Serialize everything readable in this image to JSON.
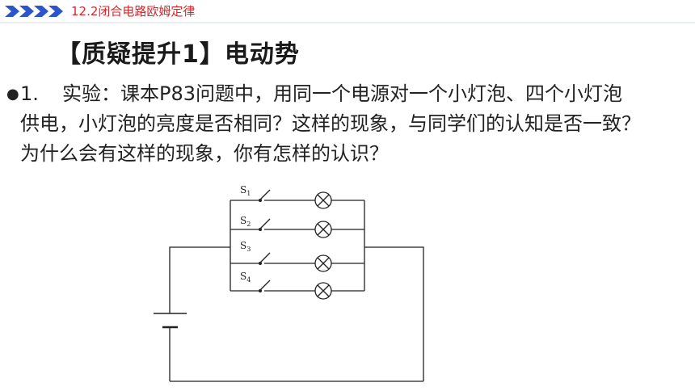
{
  "header": {
    "title": "12.2闭合电路欧姆定律",
    "accent_color": "#2b55c9",
    "title_color": "#d9262a"
  },
  "heading": "【质疑提升1】电动势",
  "question": {
    "bullet": "●",
    "number": "1.",
    "lines": [
      "实验：课本P83问题中，用同一个电源对一个小灯泡、四个小灯泡",
      "供电，小灯泡的亮度是否相同？这样的现象，与同学们的认知是否一致？",
      "为什么会有这样的现象，你有怎样的认识？"
    ]
  },
  "circuit": {
    "switches": [
      {
        "letter": "S",
        "sub": "1"
      },
      {
        "letter": "S",
        "sub": "2"
      },
      {
        "letter": "S",
        "sub": "3"
      },
      {
        "letter": "S",
        "sub": "4"
      }
    ],
    "lamp_icon": "lamp-circle-x-icon",
    "battery_icon": "battery-icon"
  }
}
